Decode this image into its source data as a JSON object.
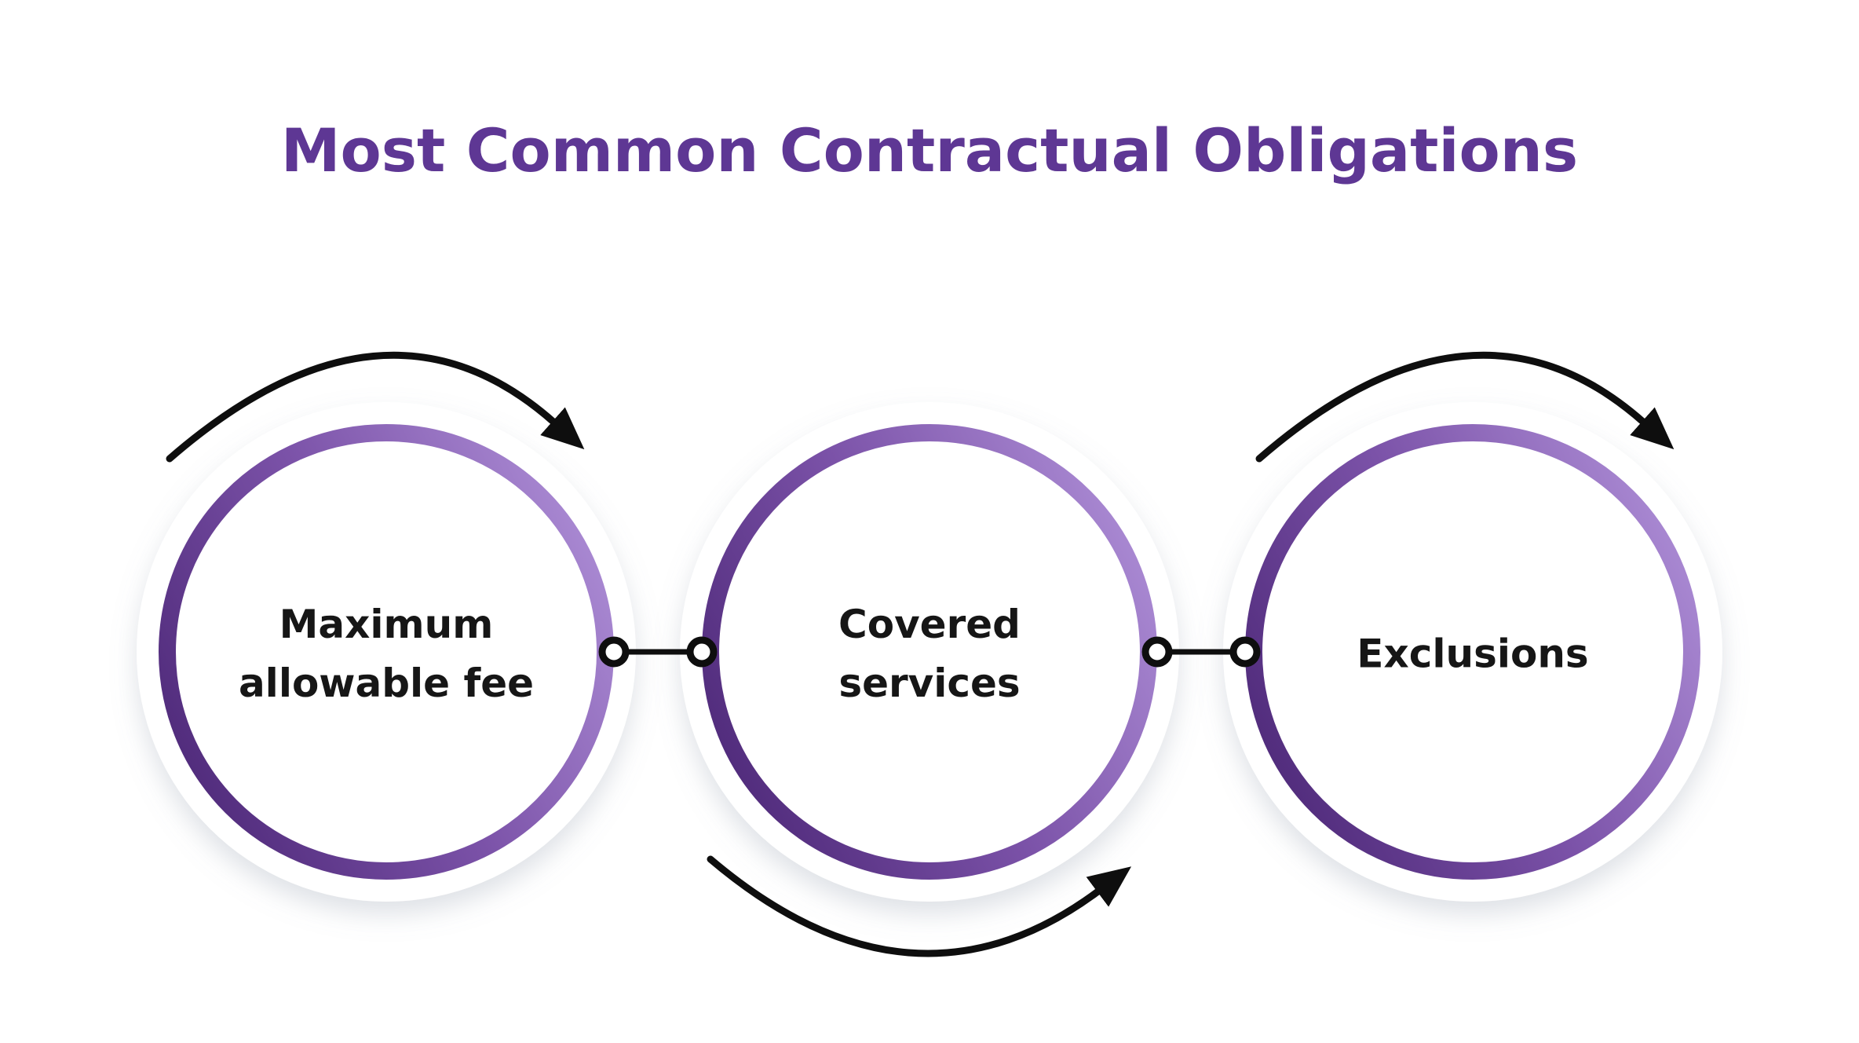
{
  "title": {
    "text": "Most Common Contractual Obligations"
  },
  "diagram": {
    "type": "process-circles",
    "nodes": [
      {
        "label": "Maximum\nallowable fee"
      },
      {
        "label": "Covered\nservices"
      },
      {
        "label": "Exclusions"
      }
    ],
    "connectors": [
      {
        "from": "Maximum allowable fee",
        "to": "Covered services",
        "style": "line-with-end-dots"
      },
      {
        "from": "Covered services",
        "to": "Exclusions",
        "style": "line-with-end-dots"
      }
    ],
    "arrows": [
      {
        "position": "above-node-1",
        "direction": "left-to-right",
        "icon": "curved-arrow"
      },
      {
        "position": "below-node-2",
        "direction": "left-to-right",
        "icon": "curved-arrow"
      },
      {
        "position": "above-node-3",
        "direction": "left-to-right",
        "icon": "curved-arrow"
      }
    ]
  },
  "colors": {
    "background": "#ffffff",
    "title": "#5e3794",
    "ring_gradient_dark": "#4f2a7a",
    "ring_gradient_mid": "#7b52a8",
    "ring_gradient_light": "#ab8bd4",
    "node_text": "#161616",
    "arrow_black": "#0e0e0e",
    "shadow": "#8a93a6"
  }
}
